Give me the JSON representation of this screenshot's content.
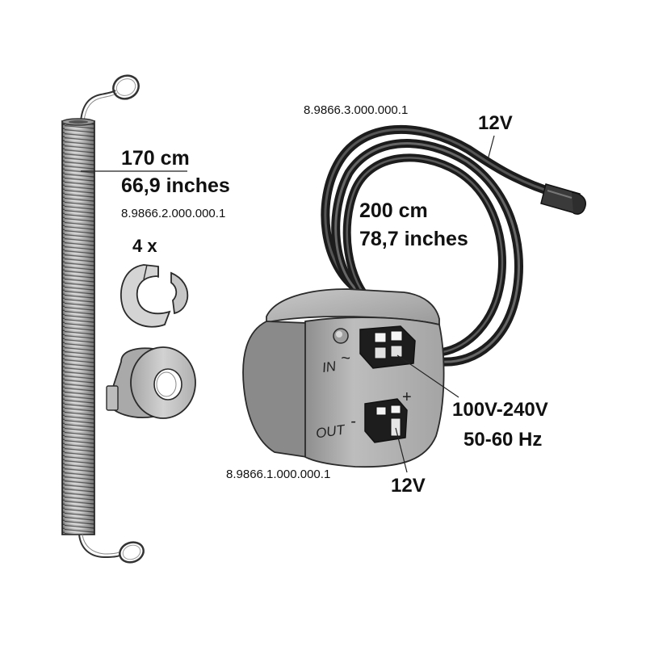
{
  "spring": {
    "length_cm": "170 cm",
    "length_in": "66,9 inches",
    "part_number": "8.9866.2.000.000.1"
  },
  "grommets": {
    "quantity": "4 x"
  },
  "cable": {
    "part_number": "8.9866.3.000.000.1",
    "voltage": "12V",
    "length_cm": "200 cm",
    "length_in": "78,7 inches"
  },
  "transformer": {
    "input_label": "IN",
    "input_symbol": "~",
    "output_label": "OUT",
    "minus_symbol": "-",
    "plus_symbol": "+",
    "input_voltage": "100V-240V",
    "input_frequency": "50-60 Hz",
    "output_voltage": "12V",
    "part_number": "8.9866.1.000.000.1"
  }
}
